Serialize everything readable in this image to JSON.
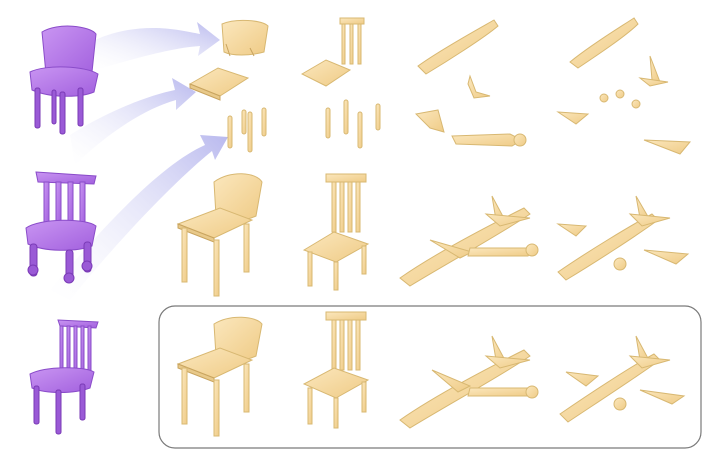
{
  "colors": {
    "input_chair": "#b67ae8",
    "part_wood": "#f4d9a0",
    "arrow": "#c8c8f2",
    "frame_stroke": "#7a7a7a",
    "background": "#ffffff"
  },
  "rows": [
    {
      "name": "decomposed-parts",
      "columns": [
        "chair-a-parts",
        "chair-b-parts",
        "airplane-a-parts",
        "airplane-b-parts"
      ]
    },
    {
      "name": "assembled-shapes",
      "columns": [
        "chair-a",
        "chair-b",
        "airplane-a",
        "airplane-b"
      ]
    },
    {
      "name": "highlighted-results",
      "columns": [
        "chair-a",
        "chair-b",
        "airplane-a",
        "airplane-b"
      ]
    }
  ],
  "input_shapes": [
    "purple-chair-1",
    "purple-chair-2",
    "purple-chair-3"
  ],
  "arrows": [
    "back-arrow",
    "seat-arrow",
    "legs-arrow"
  ]
}
